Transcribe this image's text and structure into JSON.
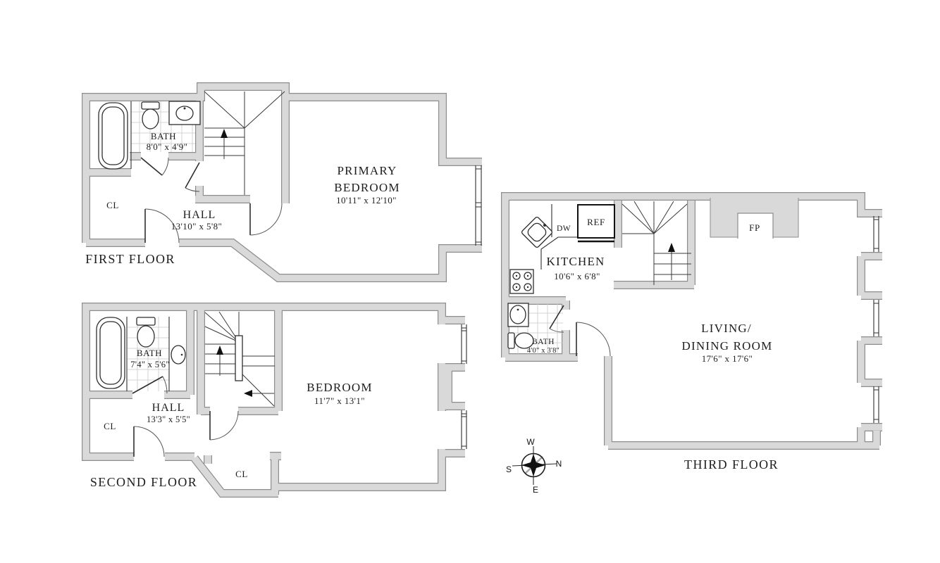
{
  "title": "Three-level apartment floor plan",
  "floors": {
    "first": {
      "label": "FIRST FLOOR",
      "primary_line1": "PRIMARY",
      "primary_line2": "BEDROOM",
      "primary_dims": "10'11\" x 12'10\"",
      "bath": "BATH",
      "bath_dims": "8'0\" x 4'9\"",
      "hall": "HALL",
      "hall_dims": "13'10\" x 5'8\"",
      "closet": "CL"
    },
    "second": {
      "label": "SECOND FLOOR",
      "bedroom": "BEDROOM",
      "bedroom_dims": "11'7\" x 13'1\"",
      "bath": "BATH",
      "bath_dims": "7'4\" x 5'6\"",
      "hall": "HALL",
      "hall_dims": "13'3\" x 5'5\"",
      "closet_left": "CL",
      "closet_bottom": "CL"
    },
    "third": {
      "label": "THIRD FLOOR",
      "living_line1": "LIVING/",
      "living_line2": "DINING ROOM",
      "living_dims": "17'6\" x 17'6\"",
      "kitchen": "KITCHEN",
      "kitchen_dims": "10'6\" x 6'8\"",
      "bath": "BATH",
      "bath_dims": "4'0\" x 3'8\"",
      "ref": "REF",
      "dw": "DW",
      "fp": "FP"
    }
  },
  "compass": {
    "w": "W",
    "n": "N",
    "s": "S",
    "e": "E"
  },
  "colors": {
    "wall_fill": "#d9d9d9",
    "wall_edge": "#8d8d8d",
    "line": "#2e2e2e",
    "background": "#ffffff"
  }
}
